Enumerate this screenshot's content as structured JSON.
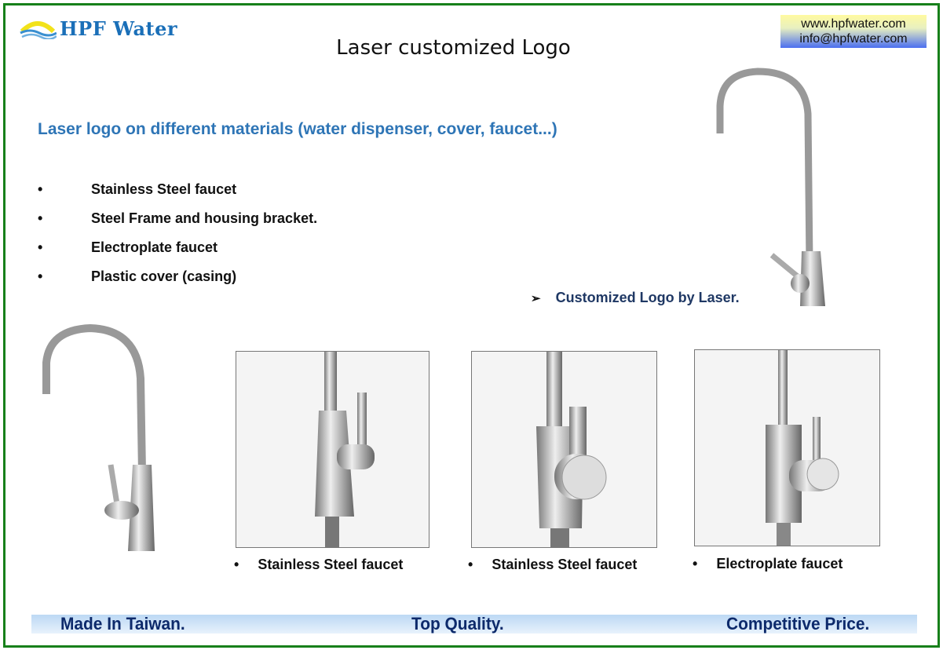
{
  "brand": {
    "name": "HPF Water",
    "website": "www.hpfwater.com",
    "email": "info@hpfwater.com"
  },
  "title": "Laser customized Logo",
  "subtitle": "Laser logo on different materials (water dispenser, cover, faucet...)",
  "bullets": [
    "Stainless Steel faucet",
    "Steel Frame and housing bracket.",
    "Electroplate faucet",
    "Plastic cover (casing)"
  ],
  "bullet_symbol": "•",
  "arrow_item": {
    "symbol": "➢",
    "text": "Customized Logo by Laser."
  },
  "captions": [
    "Stainless Steel faucet",
    "Stainless Steel faucet",
    "Electroplate faucet"
  ],
  "footer": {
    "left": "Made In Taiwan.",
    "center": "Top Quality.",
    "right": "Competitive Price."
  },
  "colors": {
    "frame": "#17801a",
    "subtitle": "#2e75b6",
    "footer_text": "#0d2a6b",
    "logo": "#1a6fb8"
  }
}
